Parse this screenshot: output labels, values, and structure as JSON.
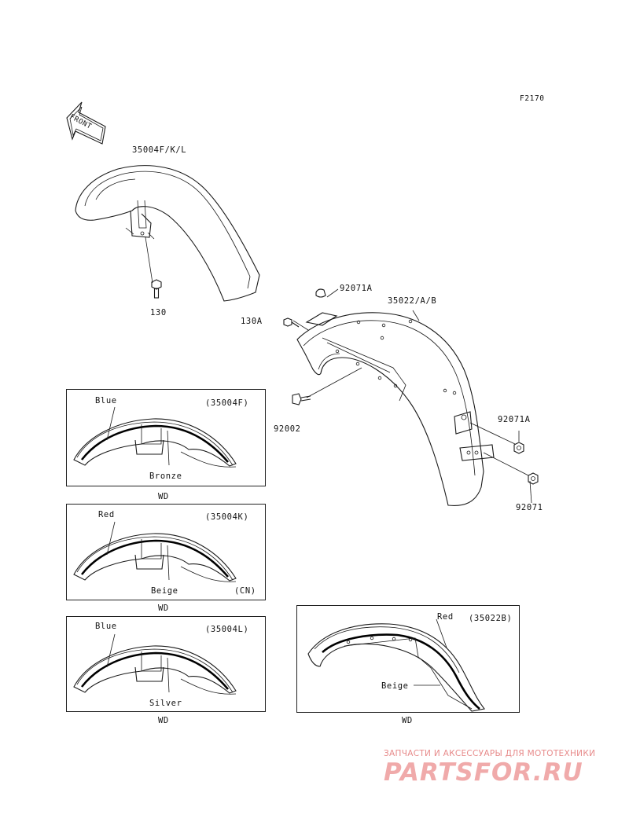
{
  "diagram_code": "F2170",
  "front_arrow": "FRONT",
  "parts": {
    "front_fender": "35004F/K/L",
    "front_bolt": "130",
    "rear_fender": "35022/A/B",
    "rear_bolt": "130A",
    "rear_clip_top": "92071A",
    "rear_clip_right": "92071A",
    "rear_nut": "92071",
    "rear_screw": "92002"
  },
  "variants": [
    {
      "code": "(35004F)",
      "stripe": "Blue",
      "base": "Bronze",
      "market": "WD",
      "note": ""
    },
    {
      "code": "(35004K)",
      "stripe": "Red",
      "base": "Beige",
      "market": "WD",
      "note": "(CN)"
    },
    {
      "code": "(35004L)",
      "stripe": "Blue",
      "base": "Silver",
      "market": "WD",
      "note": ""
    },
    {
      "code": "(35022B)",
      "stripe": "Red",
      "base": "Beige",
      "market": "WD",
      "note": ""
    }
  ],
  "watermark": {
    "tagline": "ЗАПЧАСТИ И АКСЕССУАРЫ ДЛЯ МОТОТЕХНИКИ",
    "logo": "PARTSFOR.RU"
  }
}
